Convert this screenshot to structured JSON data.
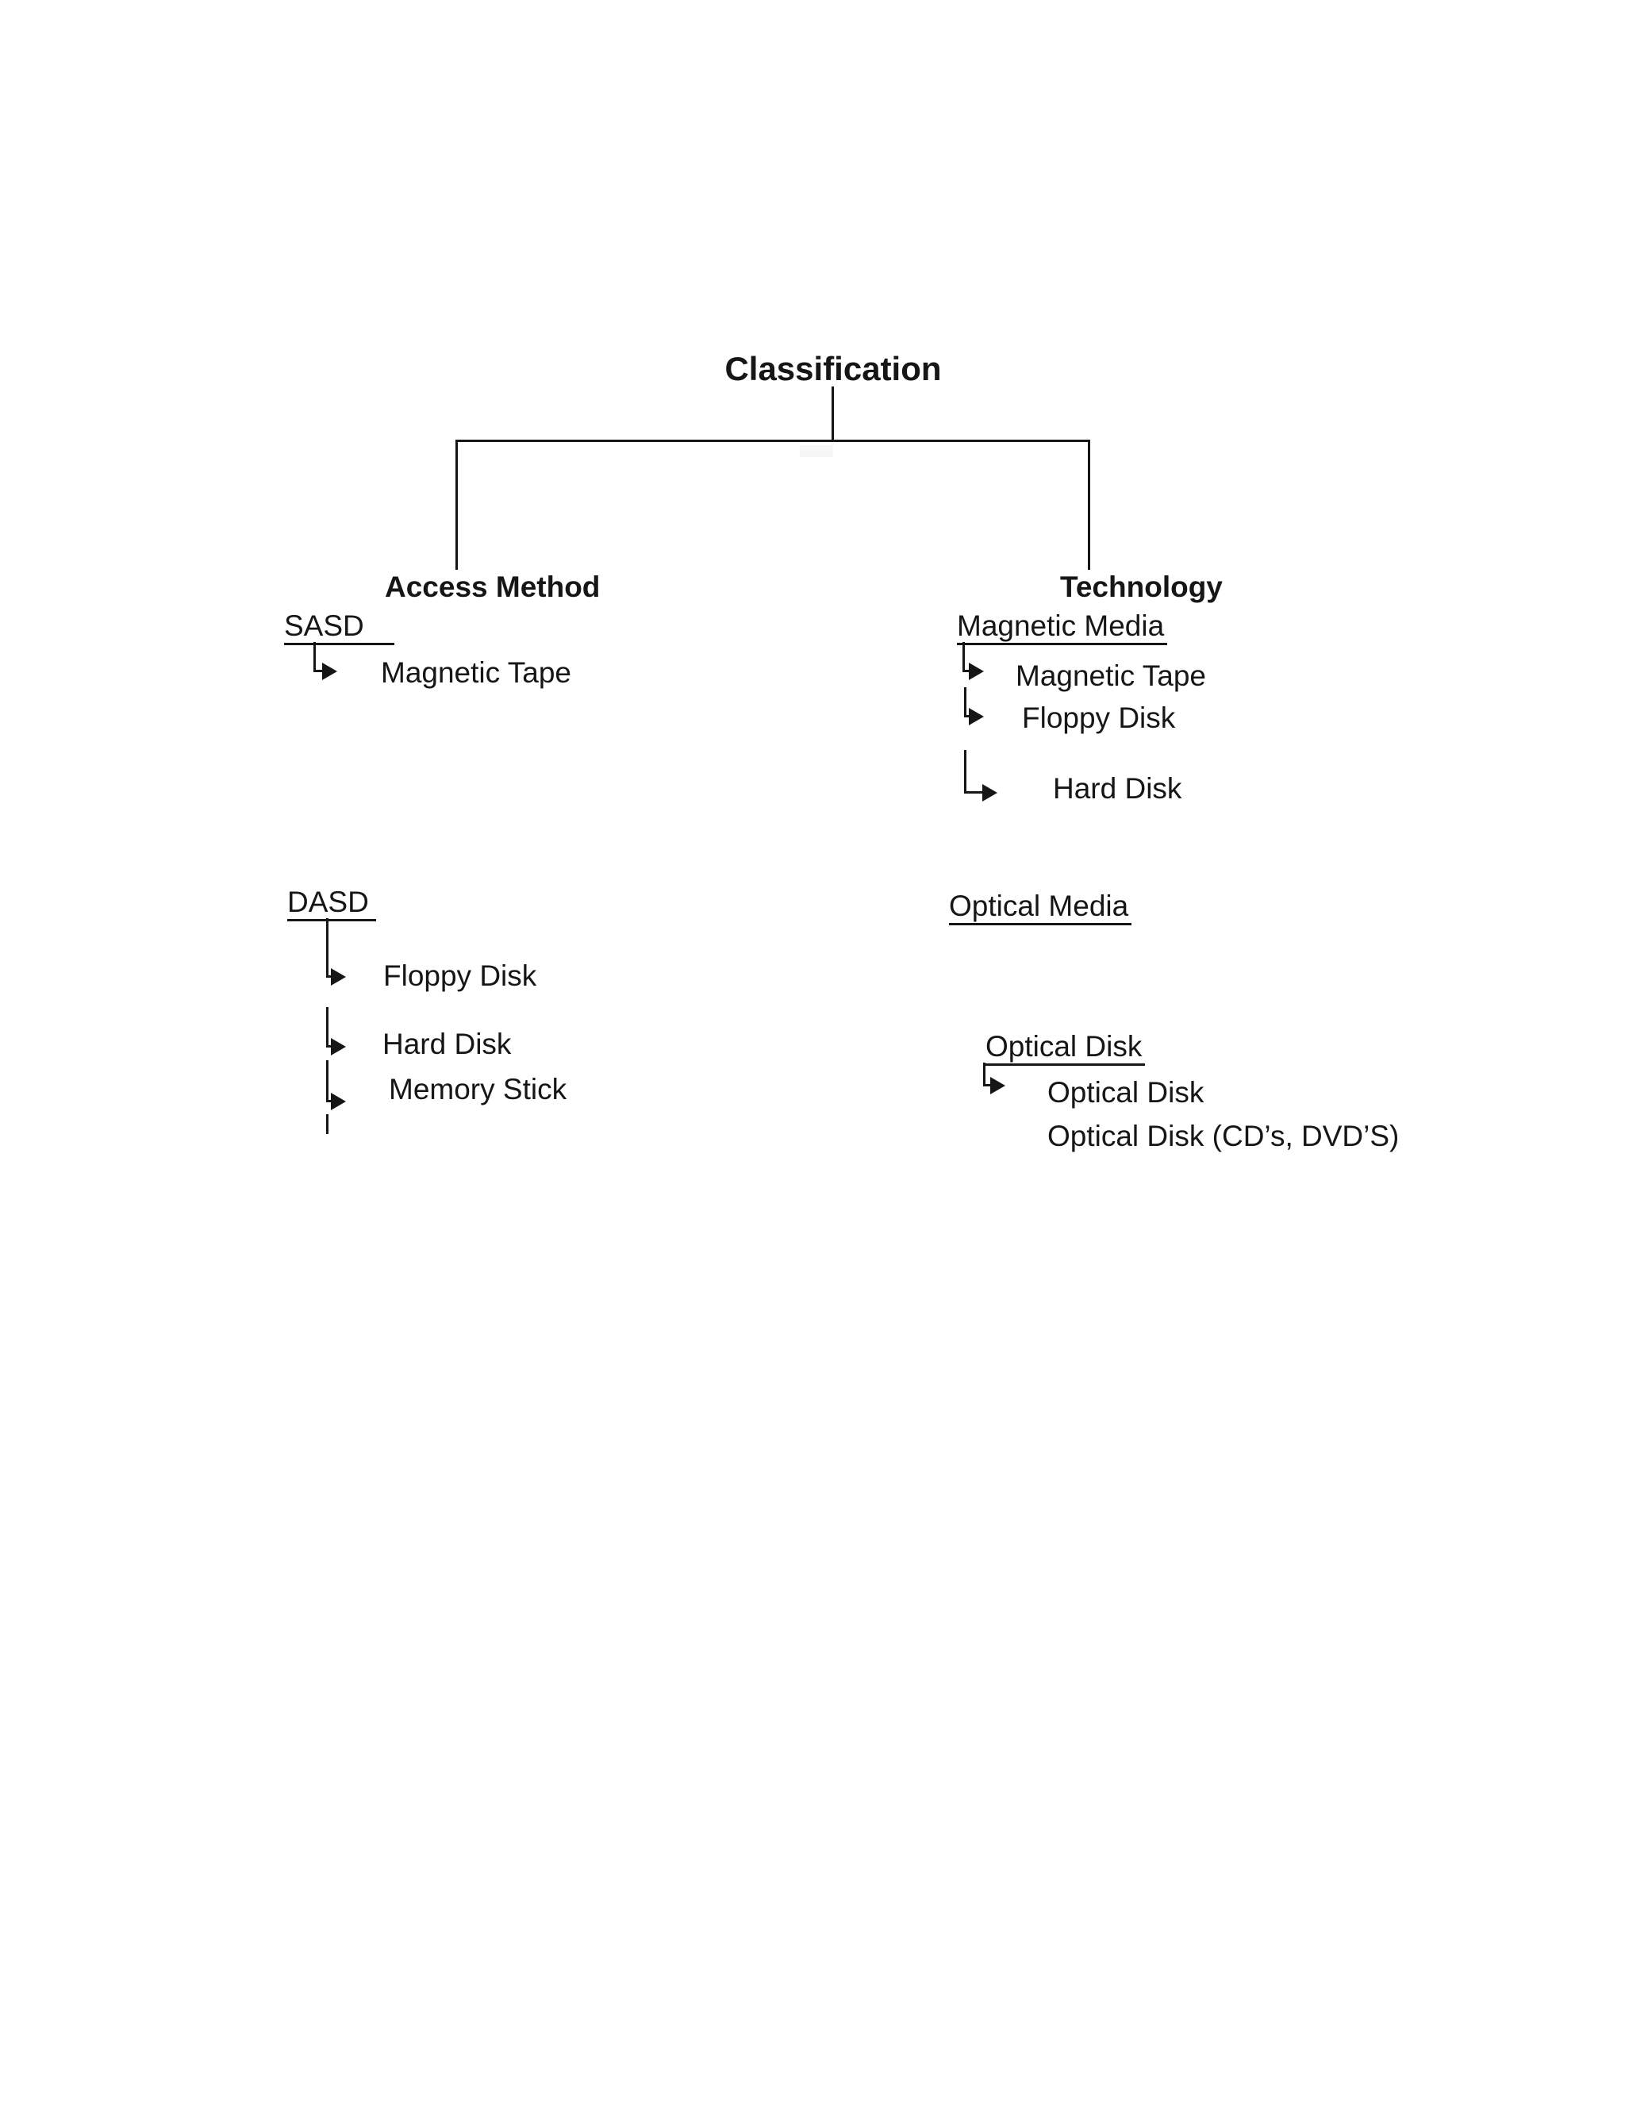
{
  "page": {
    "background": "#ffffff",
    "ink": "#161616"
  },
  "diagram": {
    "title": "Classification",
    "left_branch": {
      "label": "Access Method",
      "sasd": {
        "header": "SASD",
        "items": [
          "Magnetic Tape"
        ]
      },
      "dasd": {
        "header": "DASD",
        "items": [
          "Floppy Disk",
          "Hard Disk",
          "Memory Stick"
        ]
      }
    },
    "right_branch": {
      "label": "Technology",
      "magnetic_media": {
        "header": "Magnetic Media",
        "items": [
          "Magnetic Tape",
          "Floppy Disk",
          "Hard Disk"
        ]
      },
      "optical_media": {
        "header": "Optical Media"
      },
      "optical_disk": {
        "header": "Optical Disk",
        "items": [
          "Optical Disk",
          "Optical Disk (CD’s, DVD’S)"
        ]
      }
    }
  }
}
